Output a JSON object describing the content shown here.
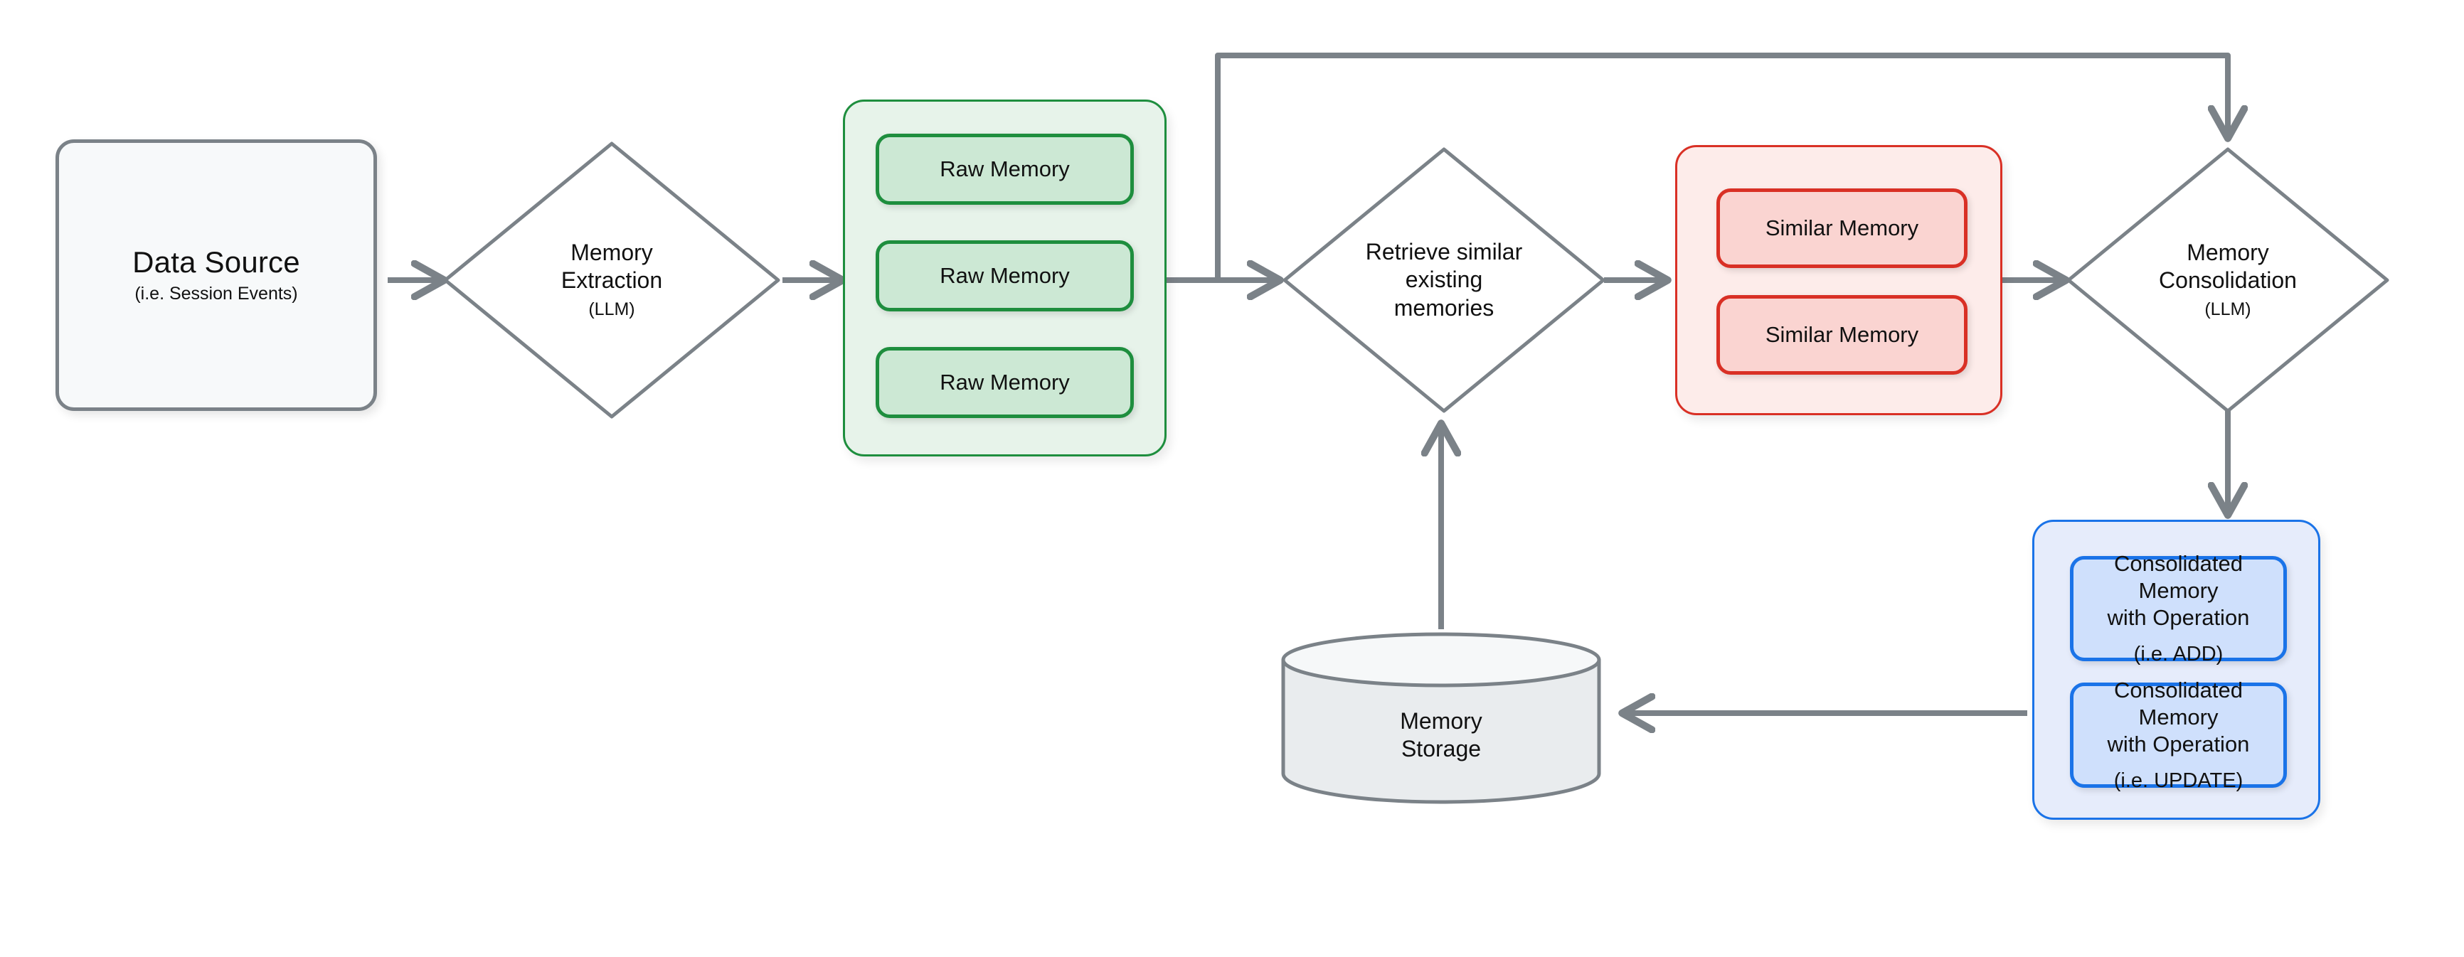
{
  "diagram": {
    "title": "Memory pipeline flow",
    "colors": {
      "edge": "#7b8288",
      "neutral_stroke": "#7b8288",
      "neutral_fill": "#f7f9fa",
      "green_stroke": "#1e8e3e",
      "green_group_fill": "#e7f3ea",
      "green_chip_fill": "#cce8d4",
      "red_stroke": "#d93025",
      "red_group_fill": "#fdecea",
      "red_chip_fill": "#fad4d1",
      "blue_stroke": "#1a73e8",
      "blue_group_fill": "#e6ecfb",
      "blue_chip_fill": "#cfe0fc"
    }
  },
  "nodes": {
    "data_source": {
      "title": "Data Source",
      "subtitle": "(i.e. Session Events)"
    },
    "memory_extraction": {
      "line1": "Memory",
      "line2": "Extraction",
      "subtitle": "(LLM)"
    },
    "raw_memory_group": {
      "items": [
        {
          "label": "Raw Memory"
        },
        {
          "label": "Raw Memory"
        },
        {
          "label": "Raw Memory"
        }
      ]
    },
    "retrieve_similar": {
      "line1": "Retrieve similar",
      "line2": "existing",
      "line3": "memories"
    },
    "similar_memory_group": {
      "items": [
        {
          "label": "Similar Memory"
        },
        {
          "label": "Similar Memory"
        }
      ]
    },
    "memory_consolidation": {
      "line1": "Memory",
      "line2": "Consolidation",
      "subtitle": "(LLM)"
    },
    "consolidated_group": {
      "items": [
        {
          "line1": "Consolidated Memory",
          "line2": "with Operation",
          "operation": "(i.e. ADD)"
        },
        {
          "line1": "Consolidated Memory",
          "line2": "with Operation",
          "operation": "(i.e. UPDATE)"
        }
      ]
    },
    "memory_storage": {
      "line1": "Memory",
      "line2": "Storage"
    }
  },
  "edges": [
    {
      "id": "data-source-to-extraction",
      "from": "data_source",
      "to": "memory_extraction",
      "arrow": true
    },
    {
      "id": "extraction-to-raw-memory",
      "from": "memory_extraction",
      "to": "raw_memory_group",
      "arrow": true
    },
    {
      "id": "raw-memory-to-retrieve",
      "from": "raw_memory_group",
      "to": "retrieve_similar",
      "arrow": true
    },
    {
      "id": "raw-memory-to-consolidation-feedback",
      "from": "raw_memory_group",
      "to": "memory_consolidation",
      "arrow": true
    },
    {
      "id": "retrieve-to-similar-memory",
      "from": "retrieve_similar",
      "to": "similar_memory_group",
      "arrow": true
    },
    {
      "id": "similar-memory-to-consolidation",
      "from": "similar_memory_group",
      "to": "memory_consolidation",
      "arrow": true
    },
    {
      "id": "consolidation-to-consolidated",
      "from": "memory_consolidation",
      "to": "consolidated_group",
      "arrow": true
    },
    {
      "id": "consolidated-to-storage",
      "from": "consolidated_group",
      "to": "memory_storage",
      "arrow": true
    },
    {
      "id": "storage-to-retrieve",
      "from": "memory_storage",
      "to": "retrieve_similar",
      "arrow": true
    }
  ]
}
